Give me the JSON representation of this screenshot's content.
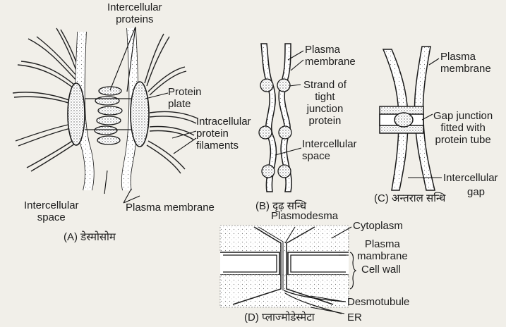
{
  "panel_a": {
    "intercellular_proteins": "Intercellular\nproteins",
    "protein_plate": "Protein\nplate",
    "intracellular_filaments": "Intracellular\nprotein\nfilaments",
    "intercellular_space": "Intercellular\nspace",
    "plasma_membrane": "Plasma membrane",
    "caption": "(A) डेस्मोसोम"
  },
  "panel_b": {
    "plasma_membrane": "Plasma\nmembrane",
    "tight_junction": "Strand of\ntight\njunction\nprotein",
    "intercellular_space": "Intercellular\nspace",
    "caption": "(B) दृढ़ सन्धि"
  },
  "panel_c": {
    "plasma_membrane": "Plasma\nmembrane",
    "gap_junction": "Gap junction\nfitted with\nprotein tube",
    "intercellular_gap_1": "Intercellular",
    "intercellular_gap_2": "gap",
    "caption": "(C) अन्तराल सन्धि"
  },
  "panel_d": {
    "plasmodesma": "Plasmodesma",
    "cytoplasm": "Cytoplasm",
    "plasma_membrane": "Plasma\nmambrane",
    "cell_wall": "Cell wall",
    "desmotubule": "Desmotubule",
    "er": "ER",
    "caption": "(D) प्लाज्मोडेस्मेटा"
  }
}
